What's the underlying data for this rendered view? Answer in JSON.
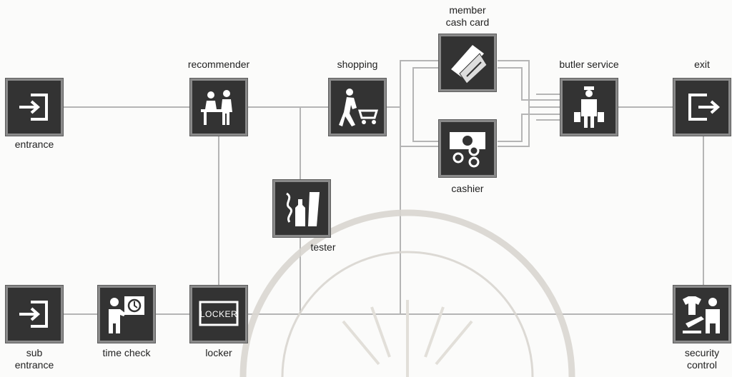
{
  "nodes": {
    "entrance": {
      "label": "entrance"
    },
    "recommender": {
      "label": "recommender"
    },
    "shopping": {
      "label": "shopping"
    },
    "member_cash_card": {
      "label_line1": "member",
      "label_line2": "cash card"
    },
    "butler_service": {
      "label": "butler service"
    },
    "exit": {
      "label": "exit"
    },
    "cashier": {
      "label": "cashier"
    },
    "tester": {
      "label": "tester"
    },
    "sub_entrance": {
      "label_line1": "sub",
      "label_line2": "entrance"
    },
    "time_check": {
      "label": "time check"
    },
    "locker": {
      "label": "locker",
      "icon_text": "LOCKER"
    },
    "security_control": {
      "label_line1": "security",
      "label_line2": "control"
    }
  },
  "colors": {
    "node_fill": "#333333",
    "node_border": "#8a8a8a",
    "connector": "#b5b5b5",
    "icon": "#ffffff"
  },
  "icons": {
    "entrance": "enter-arrow-icon",
    "recommender": "staff-customer-icon",
    "shopping": "person-cart-icon",
    "member_cash_card": "cards-icon",
    "butler_service": "butler-icon",
    "exit": "exit-arrow-icon",
    "cashier": "coins-register-icon",
    "tester": "perfume-tester-icon",
    "sub_entrance": "enter-arrow-icon",
    "time_check": "clock-person-icon",
    "locker": "locker-box-icon",
    "security_control": "security-check-icon"
  }
}
